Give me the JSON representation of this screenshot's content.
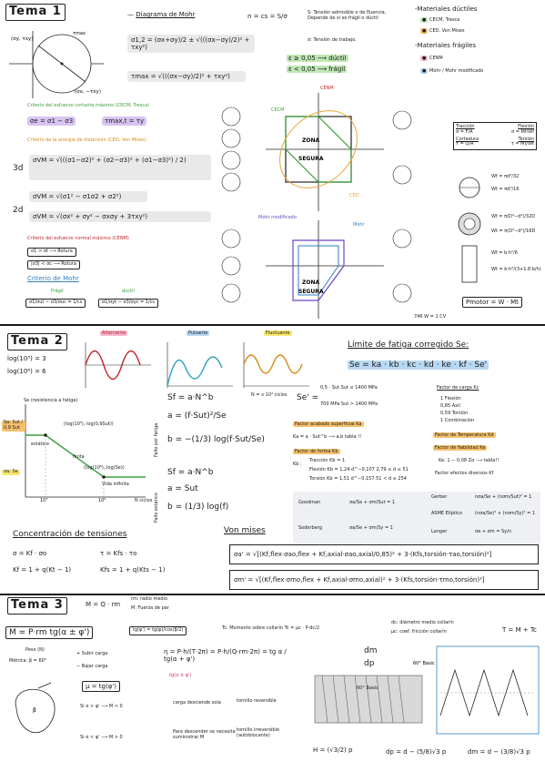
{
  "tema1": {
    "title": "Tema 1",
    "mohr_diagram_title": "Diagrama de Mohr",
    "sigma12": "σ1,2 = (σx+σy)/2 ± √(((σx−σy)/2)² + τxy²)",
    "tau_max": "τmax = √(((σx−σy)/2)² + τxy²)",
    "safety": "n = cs = S/σ",
    "safety_note_1": "S: Tensión admisible o de fluencia. Depende de si es frágil o dúctil",
    "safety_note_2": "σ: Tensión de trabajo.",
    "eps_ductile": "ε ≥ 0,05 ⟶ dúctil",
    "eps_fragile": "ε < 0,05 ⟶ frágil",
    "ductile_title": "-Materiales dúctiles",
    "ductile_items": [
      "CECM, Tresca",
      "CED, Von Mises"
    ],
    "fragile_title": "-Materiales frágiles",
    "fragile_items": [
      "CENM",
      "Mohr / Mohr modificado"
    ],
    "tresca_title": "Criterio del esfuerzo cortante máximo (CECM, Tresca)",
    "tresca_eq1": "σe = σ1 − σ3",
    "tresca_eq2": "τmax,t = τy",
    "vm_title": "Criterio de la energía de distorsión (CED, Von Mises)",
    "vm_3d_label": "3d",
    "vm_3d": "σVM = √(((σ1−σ2)² + (σ2−σ3)² + (σ1−σ3)²) / 2)",
    "vm_2d_label": "2d",
    "vm_2d_a": "σVM = √(σ1² − σ1σ2 + σ2²)",
    "vm_2d_b": "σVM = √(σx² + σy² − σxσy + 3τxy²)",
    "cenm_title": "Criterio del esfuerzo normal máximo (CENM)",
    "cenm_1": "σ1 > σt ⟶ Rotura",
    "cenm_2": "|σ3| < σc ⟶ Rotura",
    "mohr_crit_title": "Criterio de Mohr",
    "mohr_fragil": "Frágil",
    "mohr_ductil": "dúctil",
    "mohr_fragil_eq": "σ1/σut − σ3/σuc = 1/cs",
    "mohr_ductil_eq": "σ1/σyt − σ3/σyc = 1/cs",
    "traccion": "Tracción",
    "flexion": "Flexión",
    "traccion_eq": "σ = F/A",
    "flexion_eq": "σ = Mf/Wf",
    "cortadura": "Cortadura",
    "torsion": "Torsión",
    "cortadura_eq": "τ = Q/A",
    "torsion_eq": "τ = Mt/Wt",
    "zona_segura": "ZONA SEGURA",
    "mohr_mod_label": "Mohr modificado",
    "mohr_label": "Mohr",
    "ced_label": "CED",
    "cecm_label": "CECM",
    "cenm_label": "CENM",
    "power_eq": "Pmotor = W · Mt",
    "power_units": "746 W = 1 CV",
    "sections": [
      "Wf = πd³/32",
      "Wt = πd³/16",
      "Wf = π(D⁴−d⁴)/32D",
      "Wt = π(D⁴−d⁴)/16D",
      "Wf = b·h²/6",
      "Wt = b·h²/(3+1.8 b/h)"
    ]
  },
  "tema2": {
    "title": "Tema 2",
    "log1": "log(10³) = 3",
    "log2": "log(10⁶) = 6",
    "alternante": "Alternante",
    "pulsante": "Pulsante",
    "fluctuante": "Fluctuante",
    "sn_axis": "Se (resistencia a fatiga)",
    "sn_points": [
      "Sa: Sut / 0,9 Sut",
      "(log(10³), log(0,9Sut))",
      "(log(10⁶), log(Se))",
      "Vida infinita"
    ],
    "sn_labels": [
      "Se",
      "σa: Se",
      "estático",
      "finita",
      "10³",
      "10⁶",
      "N ciclos"
    ],
    "finite_fatigue_label": "Fallo por fatiga",
    "static_label": "Fallo estático",
    "fatigue_eq1": "Sf = a·N^b",
    "fatigue_eq2": "a = (f·Sut)²/Se",
    "fatigue_eq3": "b = −(1/3) log(f·Sut/Se)",
    "fatigue_note": "N = x·10³ ciclos",
    "static_eq1": "Sf = a·N^b",
    "static_eq2": "a = Sut",
    "static_eq3": "b = (1/3) log(f)",
    "se_title": "Límite de fatiga corregido Se:",
    "se_eq": "Se = ka · kb · kc · kd · ke · kf · Se'",
    "se_prime_1": "0,5 · Sut   Sut ≤ 1400 MPa",
    "se_prime_2": "700 MPa    Sut > 1400 MPa",
    "ka_title": "Factor acabado superficial Ka",
    "ka_eq": "Ka = a · Sut^b ⟶ a,b tabla !!",
    "kb_title": "Factor de forma Kb",
    "kb_rows": [
      "Tracción  Kb = 1",
      "Flexión   Kb = 1,24 d^−0,107   2,79 ≤ d ≤ 51",
      "Torsión   Kb = 1,51 d^−0,157   51 < d ≤ 254"
    ],
    "kc_title": "Factor de carga Kc",
    "kc_rows": [
      "1   Flexión",
      "0,85 Axil",
      "0,59 Torsión",
      "1   Combinación"
    ],
    "kd_title": "Factor de Temperatura Kd",
    "ke_title": "Factor de fiabilidad Ke",
    "ke_eq": "Ke: 1 − 0,08 Zα ⟶ tabla!!",
    "kf_title": "Factor efectos diversos Kf",
    "criteria": [
      {
        "name": "Goodman",
        "eq": "σa/Se + σm/Sut = 1"
      },
      {
        "name": "Soderberg",
        "eq": "σa/Se + σm/Sy = 1"
      },
      {
        "name": "Gerber",
        "eq": "nσa/Se + (nσm/Sut)² = 1"
      },
      {
        "name": "ASME Elíptico",
        "eq": "(nσa/Se)² + (nσm/Sy)² = 1"
      },
      {
        "name": "Langer",
        "eq": "σa + σm = Sy/n"
      }
    ]
  },
  "conc": {
    "title": "Concentración de tensiones",
    "eq1": "σ = Kf · σo",
    "eq2": "τ = Kfs · τo",
    "eq3": "Kf = 1 + q(Kt − 1)",
    "eq4": "Kfs = 1 + q(Kts − 1)"
  },
  "vonmises": {
    "title": "Von mises",
    "eq_a": "σa' = √[(Kf,flex·σao,flex + Kf,axial·σao,axial/0,85)² + 3·(Kfs,torsión·τao,torsión)²]",
    "eq_m": "σm' = √[(Kf,flex·σmo,flex + Kf,axial·σmo,axial)² + 3·(Kfs,torsión·τmo,torsión)²]"
  },
  "tema3": {
    "title": "Tema 3",
    "m_eq": "M = Q · rm",
    "rm_note": "rm: radio medio",
    "m_note": "M: Fuerza de par",
    "main_eq": "M = P·rm tg(α ± φ')",
    "tg_eq": "tg(φ') = tg(φ)/cos(β/2)",
    "peso": "Peso (N)",
    "metrica": "Métrica: β = 60°",
    "subir": "+ Subir carga",
    "bajar": "− Bajar carga",
    "mu_eq": "μ = tg(φ')",
    "eta_eq": "η = P·h/(T·2π) = P·h/(Q·rm·2π) = tg α / tg(α + φ')",
    "tg_alpha": "tg(α ± φ')",
    "tc_line": "Tc: Momento sobre collarín   Tc = μc · P·dc/2",
    "dc_note": "dc: diámetro medio collarín",
    "mu_note": "μc: coef. fricción collarín",
    "t_eq": "T = M + Tc",
    "cond1_a": "Si  α > φ'  ⟶  M < 0",
    "cond1_b": "carga desciende sola",
    "cond1_c": "tornillo reversible",
    "cond2_a": "Si  α < φ'  ⟶  M > 0",
    "cond2_b": "Para descender se necesita suministrar M",
    "cond2_c": "tornillo irreversible (autoblocante)",
    "h_eq": "H = (√3/2) p",
    "dp_eq": "dp = d − (5/8)√3 p",
    "dm_eq": "dm = d − (3/8)√3 p",
    "dm_big": "dm",
    "dp_big": "dp",
    "thread_label": "60° Basic"
  },
  "colors": {
    "purple": "#d8c3f1",
    "yellow": "#f7e76d",
    "orange": "#f6c16c",
    "blue": "#b9d8f3",
    "green": "#3aa03a",
    "red": "#c0262b"
  }
}
